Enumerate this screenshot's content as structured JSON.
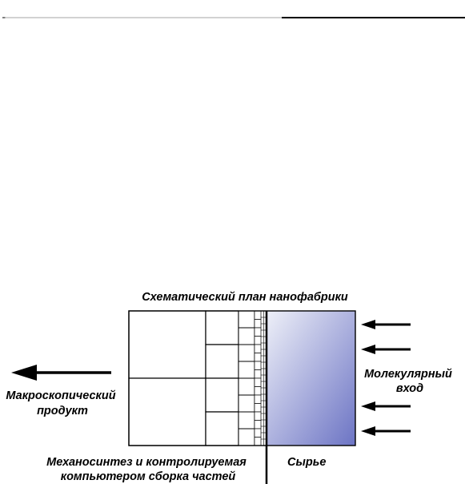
{
  "diagram": {
    "title": "Схематический план нанофабрики",
    "output_label": [
      "Макроскопический",
      "продукт"
    ],
    "input_label": [
      "Молекулярный",
      "вход"
    ],
    "bottom_left_label": [
      "Механосинтез и контролируемая",
      "компьютером сборка частей"
    ],
    "bottom_right_label": "Сырье",
    "colors": {
      "line": "#000000",
      "raw_material_light": "#eef0f8",
      "raw_material_dark": "#6c74c4"
    }
  }
}
